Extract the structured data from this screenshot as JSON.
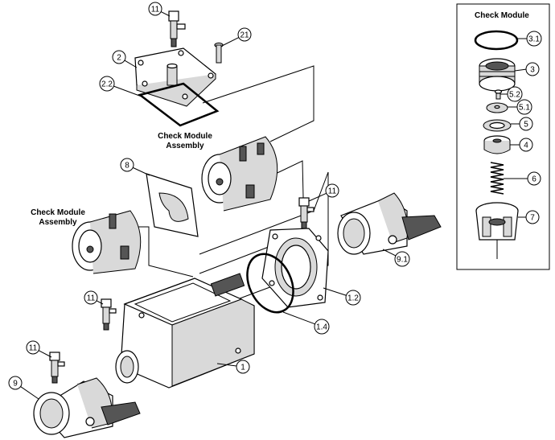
{
  "headings": {
    "inset_title": "Check Module",
    "assembly_upper_line1": "Check Module",
    "assembly_upper_line2": "Assembly",
    "assembly_left_line1": "Check Module",
    "assembly_left_line2": "Assembly"
  },
  "callouts": [
    {
      "id": "c11a",
      "label": "11"
    },
    {
      "id": "c21",
      "label": "21"
    },
    {
      "id": "c2",
      "label": "2"
    },
    {
      "id": "c22",
      "label": "2.2"
    },
    {
      "id": "c8",
      "label": "8"
    },
    {
      "id": "c11b",
      "label": "11"
    },
    {
      "id": "c91",
      "label": "9.1"
    },
    {
      "id": "c12",
      "label": "1.2"
    },
    {
      "id": "c14",
      "label": "1.4"
    },
    {
      "id": "c11c",
      "label": "11"
    },
    {
      "id": "c1",
      "label": "1"
    },
    {
      "id": "c11d",
      "label": "11"
    },
    {
      "id": "c9",
      "label": "9"
    },
    {
      "id": "c31",
      "label": "3.1"
    },
    {
      "id": "c3",
      "label": "3"
    },
    {
      "id": "c52",
      "label": "5.2"
    },
    {
      "id": "c51",
      "label": "5.1"
    },
    {
      "id": "c5",
      "label": "5"
    },
    {
      "id": "c4",
      "label": "4"
    },
    {
      "id": "c6",
      "label": "6"
    },
    {
      "id": "c7",
      "label": "7"
    }
  ]
}
